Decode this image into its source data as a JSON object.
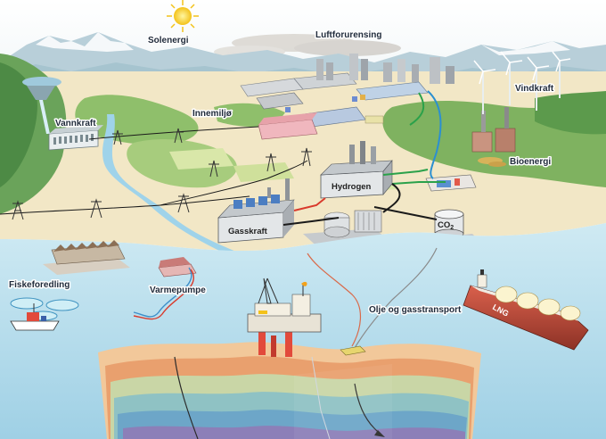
{
  "labels": {
    "solenergi": "Solenergi",
    "luftforurensing": "Luftforurensing",
    "vindkraft": "Vindkraft",
    "vannkraft": "Vannkraft",
    "innemiljo": "Innemiljø",
    "bioenergi": "Bioenergi",
    "hydrogen": "Hydrogen",
    "gasskraft": "Gasskraft",
    "co2_main": "CO",
    "co2_sub": "2",
    "fiskeforedling": "Fiskeforedling",
    "varmepumpe": "Varmepumpe",
    "olje_og_gasstransport": "Olje og gasstransport",
    "lng": "LNG"
  },
  "colors": {
    "sea": "#bfe3ef",
    "sea_deep": "#a9d6e8",
    "sand": "#f0e3bf",
    "hydrogen_line": "#2aa14a",
    "power_line": "#1a1a1a",
    "co2_line": "#d93a2c",
    "gas_pipe": "#7a7a7a",
    "water_line": "#3d8ec9",
    "ship_hull": "#b94a3b"
  },
  "icons": [
    "sun-icon",
    "wind-turbine-icon",
    "oil-platform-icon",
    "lng-ship-icon",
    "power-pylon-icon",
    "fishing-boat-icon"
  ]
}
